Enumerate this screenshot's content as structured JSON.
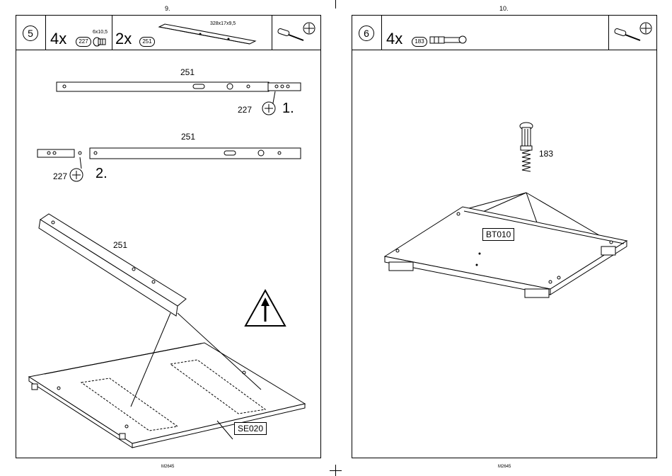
{
  "page_left": {
    "page_number": "9.",
    "step_number": "5",
    "parts": [
      {
        "qty": "4x",
        "part": "227",
        "size": "6x10,5"
      },
      {
        "qty": "2x",
        "part": "251",
        "size": "328x17x9,5"
      }
    ],
    "tool_icons": [
      "screwdriver-icon",
      "phillips-head-icon"
    ],
    "labels": {
      "rail_1": "251",
      "rail_2": "251",
      "rail_3": "251",
      "cam_1": "227",
      "cam_2": "227",
      "step_a": "1.",
      "step_b": "2.",
      "panel": "SE020"
    },
    "footer": "M2645"
  },
  "page_right": {
    "page_number": "10.",
    "step_number": "6",
    "parts": [
      {
        "qty": "4x",
        "part": "183"
      }
    ],
    "tool_icons": [
      "screwdriver-icon",
      "phillips-head-icon"
    ],
    "labels": {
      "dowel": "183",
      "panel": "BT010"
    },
    "footer": "M2645"
  }
}
